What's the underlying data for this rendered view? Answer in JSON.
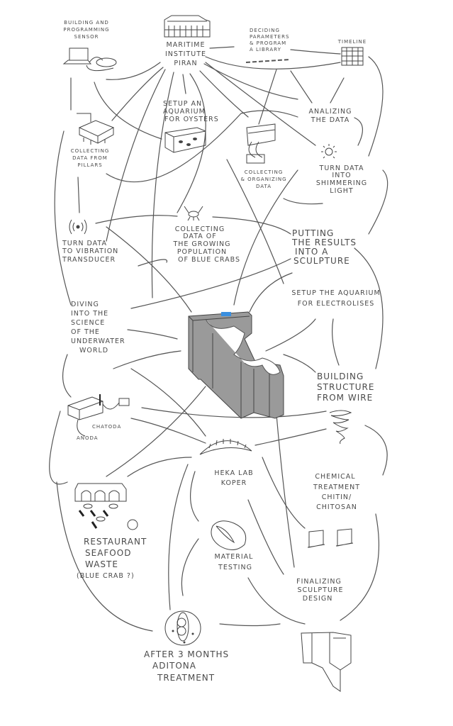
{
  "title": "Project process map",
  "colors": {
    "ink": "#4a4a4a",
    "sculpture": "#9a9a9a",
    "accent": "#3a8fe0"
  },
  "nodes": {
    "sensor": {
      "lines": [
        "BUILDING AND",
        "PROGRAMMING",
        "SENSOR"
      ],
      "icon": "laptop-sensor-icon"
    },
    "maritime": {
      "lines": [
        "MARITIME",
        "INSTITUTE",
        "PIRAN"
      ],
      "icon": "building-icon"
    },
    "deciding": {
      "lines": [
        "DECIDING",
        "PARAMETERS",
        "& PROGRAM",
        "A LIBRARY"
      ]
    },
    "timeline": {
      "lines": [
        "TIMELINE"
      ],
      "icon": "timeline-grid-icon"
    },
    "oysters": {
      "lines": [
        "SETUP AN",
        "AQUARIUM",
        "FOR OYSTERS"
      ],
      "icon": "aquarium-icon"
    },
    "analizing": {
      "lines": [
        "ANALIZING",
        "THE DATA"
      ]
    },
    "pillars": {
      "lines": [
        "COLLECTING",
        "DATA FROM",
        "PILLARS"
      ],
      "icon": "pillars-icon"
    },
    "organizing": {
      "lines": [
        "COLLECTING",
        "& ORGANIZING",
        "DATA"
      ],
      "icon": "data-box-icon"
    },
    "light": {
      "lines": [
        "TURN DATA",
        "INTO",
        "SHIMMERING",
        "LIGHT"
      ],
      "icon": "sun-icon"
    },
    "vibration": {
      "lines": [
        "TURN DATA",
        "TO VIBRATION",
        "TRANSDUCER"
      ],
      "icon": "vibration-icon"
    },
    "crabs": {
      "lines": [
        "COLLECTING",
        "DATA OF",
        "THE GROWING",
        "POPULATION",
        "OF BLUE CRABS"
      ],
      "icon": "crab-icon"
    },
    "putting": {
      "lines": [
        "PUTTING",
        "THE RESULTS",
        "INTO A",
        "SCULPTURE"
      ]
    },
    "electrolises": {
      "lines": [
        "SETUP THE AQUARIUM",
        "FOR ELECTROLISES"
      ]
    },
    "diving": {
      "lines": [
        "DIVING",
        "INTO THE",
        "SCIENCE",
        "OF THE",
        "UNDERWATER",
        "WORLD"
      ]
    },
    "wire": {
      "lines": [
        "BUILDING",
        "STRUCTURE",
        "FROM WIRE"
      ],
      "icon": "wire-spiral-icon"
    },
    "electrolysis": {
      "cathode": "CHATODA",
      "anode": "ANODA",
      "icon": "electrolysis-icon"
    },
    "heka": {
      "lines": [
        "HEKA LAB",
        "KOPER"
      ],
      "icon": "arch-icon"
    },
    "chemical": {
      "lines": [
        "CHEMICAL",
        "TREATMENT",
        "CHITIN/",
        "CHITOSAN"
      ]
    },
    "restaurant": {
      "lines": [
        "RESTAURANT",
        "SEAFOOD",
        "WASTE",
        "(BLUE CRAB ?)"
      ],
      "icon": "restaurant-icon"
    },
    "material": {
      "lines": [
        "MATERIAL",
        "TESTING"
      ],
      "icon": "material-sample-icon"
    },
    "finalizing": {
      "lines": [
        "FINALIZING",
        "SCULPTURE",
        "DESIGN"
      ],
      "icon": "printer-icon"
    },
    "after": {
      "lines": [
        "AFTER 3 MONTHS",
        "ADITONA",
        "TREATMENT"
      ],
      "icon": "cell-icon"
    }
  }
}
